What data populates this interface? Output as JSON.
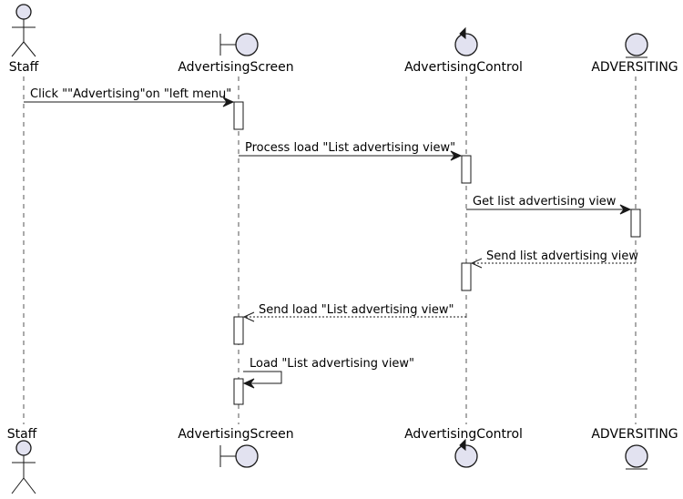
{
  "participants": [
    {
      "id": "staff",
      "name": "Staff",
      "kind": "actor"
    },
    {
      "id": "screen",
      "name": "AdvertisingScreen",
      "kind": "boundary"
    },
    {
      "id": "control",
      "name": "AdvertisingControl",
      "kind": "control"
    },
    {
      "id": "entity",
      "name": "ADVERSITING",
      "kind": "entity"
    }
  ],
  "messages": [
    {
      "from": "staff",
      "to": "screen",
      "label": "Click \"\"Advertising\"on \"left menu\"",
      "style": "solid"
    },
    {
      "from": "screen",
      "to": "control",
      "label": "Process load \"List advertising view\"",
      "style": "solid"
    },
    {
      "from": "control",
      "to": "entity",
      "label": "Get list advertising view",
      "style": "solid"
    },
    {
      "from": "entity",
      "to": "control",
      "label": "Send list advertising view",
      "style": "dashed"
    },
    {
      "from": "control",
      "to": "screen",
      "label": "Send load \"List advertising view\"",
      "style": "dashed"
    },
    {
      "from": "screen",
      "to": "screen",
      "label": "Load \"List advertising view\"",
      "style": "solid"
    }
  ],
  "colors": {
    "participant_fill": "#e2e2f0",
    "line": "#181818",
    "lifeline": "#555555"
  }
}
